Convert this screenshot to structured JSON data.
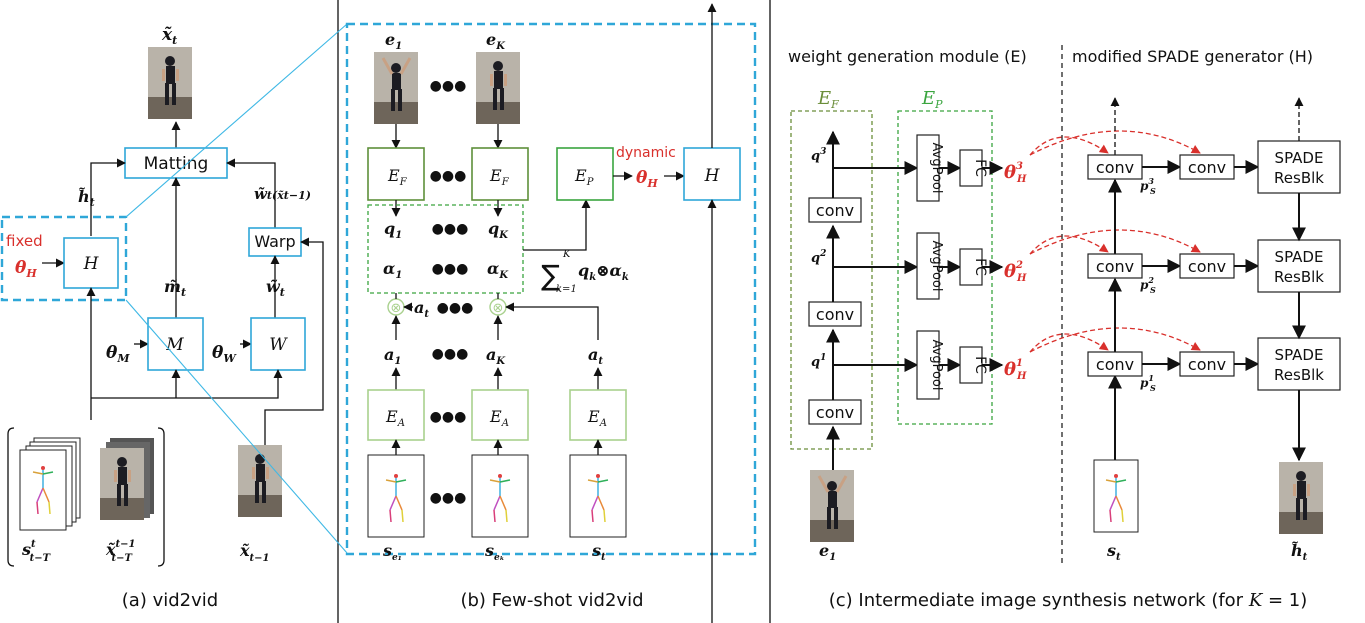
{
  "panels": {
    "a": {
      "caption": "(a) vid2vid",
      "labels": {
        "x_out": "x̃",
        "x_out_sub": "t",
        "matting": "Matting",
        "h": "h̃",
        "h_sub": "t",
        "w_warp": "w̃",
        "w_warp_suffix": "t(x̃t−1)",
        "warp": "Warp",
        "fixed": "fixed",
        "theta_H": "θ",
        "theta_H_sub": "H",
        "H": "H",
        "m": "m̃",
        "m_sub": "t",
        "w": "w̃",
        "w_sub": "t",
        "theta_M": "θ",
        "theta_M_sub": "M",
        "M": "M",
        "theta_W": "θ",
        "theta_W_sub": "W",
        "W": "W",
        "s_label": "s",
        "s_sup": "t",
        "s_sub": "t−T",
        "xprev_label": "x̃",
        "xprev_sup": "t−1",
        "xprev_sub": "t−T",
        "xt1_label": "x̃",
        "xt1_sub": "t−1"
      }
    },
    "b": {
      "caption": "(b) Few-shot vid2vid",
      "labels": {
        "e1": "e",
        "e1_sub": "1",
        "eK": "e",
        "eK_sub": "K",
        "EF": "E",
        "EF_sub": "F",
        "EP": "E",
        "EP_sub": "P",
        "dynamic": "dynamic",
        "theta": "θ",
        "theta_sub": "H",
        "H": "H",
        "q1": "q",
        "q1_sub": "1",
        "qK": "q",
        "qK_sub": "K",
        "alpha1": "α",
        "alpha1_sub": "1",
        "alphaK": "α",
        "alphaK_sub": "K",
        "sum_top": "K",
        "sum_bot": "k=1",
        "sum_body": "q",
        "sum_k": "k",
        "otimes": "⊗",
        "alpha_k": "α",
        "alpha_k_sub": "k",
        "at": "a",
        "at_sub": "t",
        "a1": "a",
        "a1_sub": "1",
        "aK": "a",
        "aK_sub": "K",
        "at2": "a",
        "at2_sub": "t",
        "EA": "E",
        "EA_sub": "A",
        "se1": "s",
        "se1_sub": "e₁",
        "seK": "s",
        "seK_sub": "eₖ",
        "st": "s",
        "st_sub": "t",
        "dots": "●●●"
      }
    },
    "c": {
      "caption_prefix": "(c) Intermediate image synthesis network (for ",
      "caption_var": "K",
      "caption_suffix": " = 1)",
      "title_left": "weight generation module (E)",
      "title_right": "modified SPADE generator (H)",
      "EF": "E",
      "EF_sub": "F",
      "EP": "E",
      "EP_sub": "P",
      "conv": "conv",
      "avgpool": "AvgPool",
      "fc": "FC",
      "spade_line1": "SPADE",
      "spade_line2": "ResBlk",
      "q": "q",
      "q_sups": [
        "3",
        "2",
        "1"
      ],
      "theta": "θ",
      "theta_sub": "H",
      "theta_sups": [
        "3",
        "2",
        "1"
      ],
      "p": "p",
      "p_sub": "S",
      "p_sups": [
        "3",
        "2",
        "1"
      ],
      "e1": "e",
      "e1_sub": "1",
      "st": "s",
      "st_sub": "t",
      "ht": "h̃",
      "ht_sub": "t"
    }
  },
  "colors": {
    "blue": "#2fa7d8",
    "red": "#d9302c",
    "green_dark": "#6b8e3a",
    "green": "#3aa53f"
  }
}
